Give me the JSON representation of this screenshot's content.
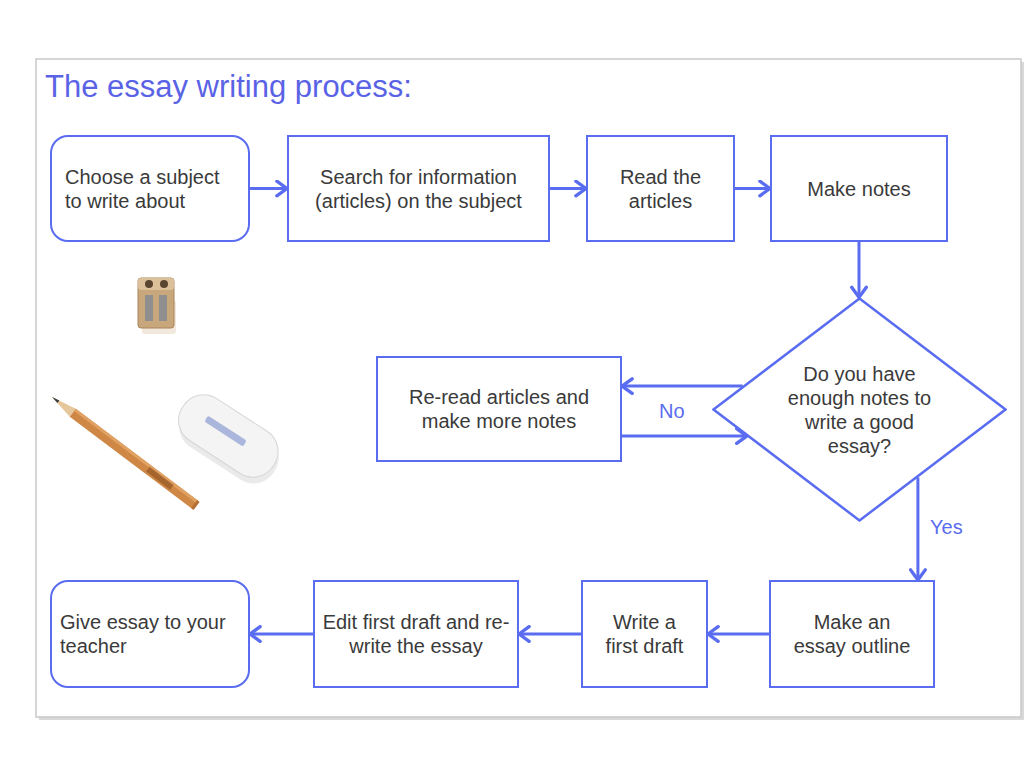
{
  "diagram": {
    "title": "The essay writing process:",
    "nodes": [
      {
        "text": [
          "Choose a subject to write about"
        ]
      },
      {
        "text": [
          "Search for information (articles) on the subject"
        ]
      },
      {
        "text": [
          "Read the articles"
        ]
      },
      {
        "text": [
          "Make notes"
        ]
      },
      {
        "text": [
          "Re-read articles and make more notes"
        ]
      },
      {
        "text": [
          "Do you have enough notes to write a good essay?"
        ]
      },
      {
        "text": [
          "Give essay to your teacher"
        ]
      },
      {
        "text": [
          "Edit first draft and re-write the essay"
        ]
      },
      {
        "text": [
          "Write a first draft"
        ]
      },
      {
        "text": [
          "Make an essay outline"
        ]
      }
    ],
    "edges": [
      {
        "from": 0,
        "to": 1,
        "arrow": "to"
      },
      {
        "from": 1,
        "to": 2,
        "arrow": "to"
      },
      {
        "from": 2,
        "to": 3,
        "arrow": "to"
      },
      {
        "from": 3,
        "to": 5,
        "arrow": "to"
      },
      {
        "from": 5,
        "to": 4,
        "label": "No",
        "arrow": "to"
      },
      {
        "from": 4,
        "to": 5,
        "arrow": "to"
      },
      {
        "from": 5,
        "to": 9,
        "label": "Yes",
        "arrow": "to"
      },
      {
        "from": 9,
        "to": 8,
        "arrow": "to"
      },
      {
        "from": 8,
        "to": 7,
        "arrow": "to"
      },
      {
        "from": 7,
        "to": 6,
        "arrow": "to"
      }
    ]
  }
}
